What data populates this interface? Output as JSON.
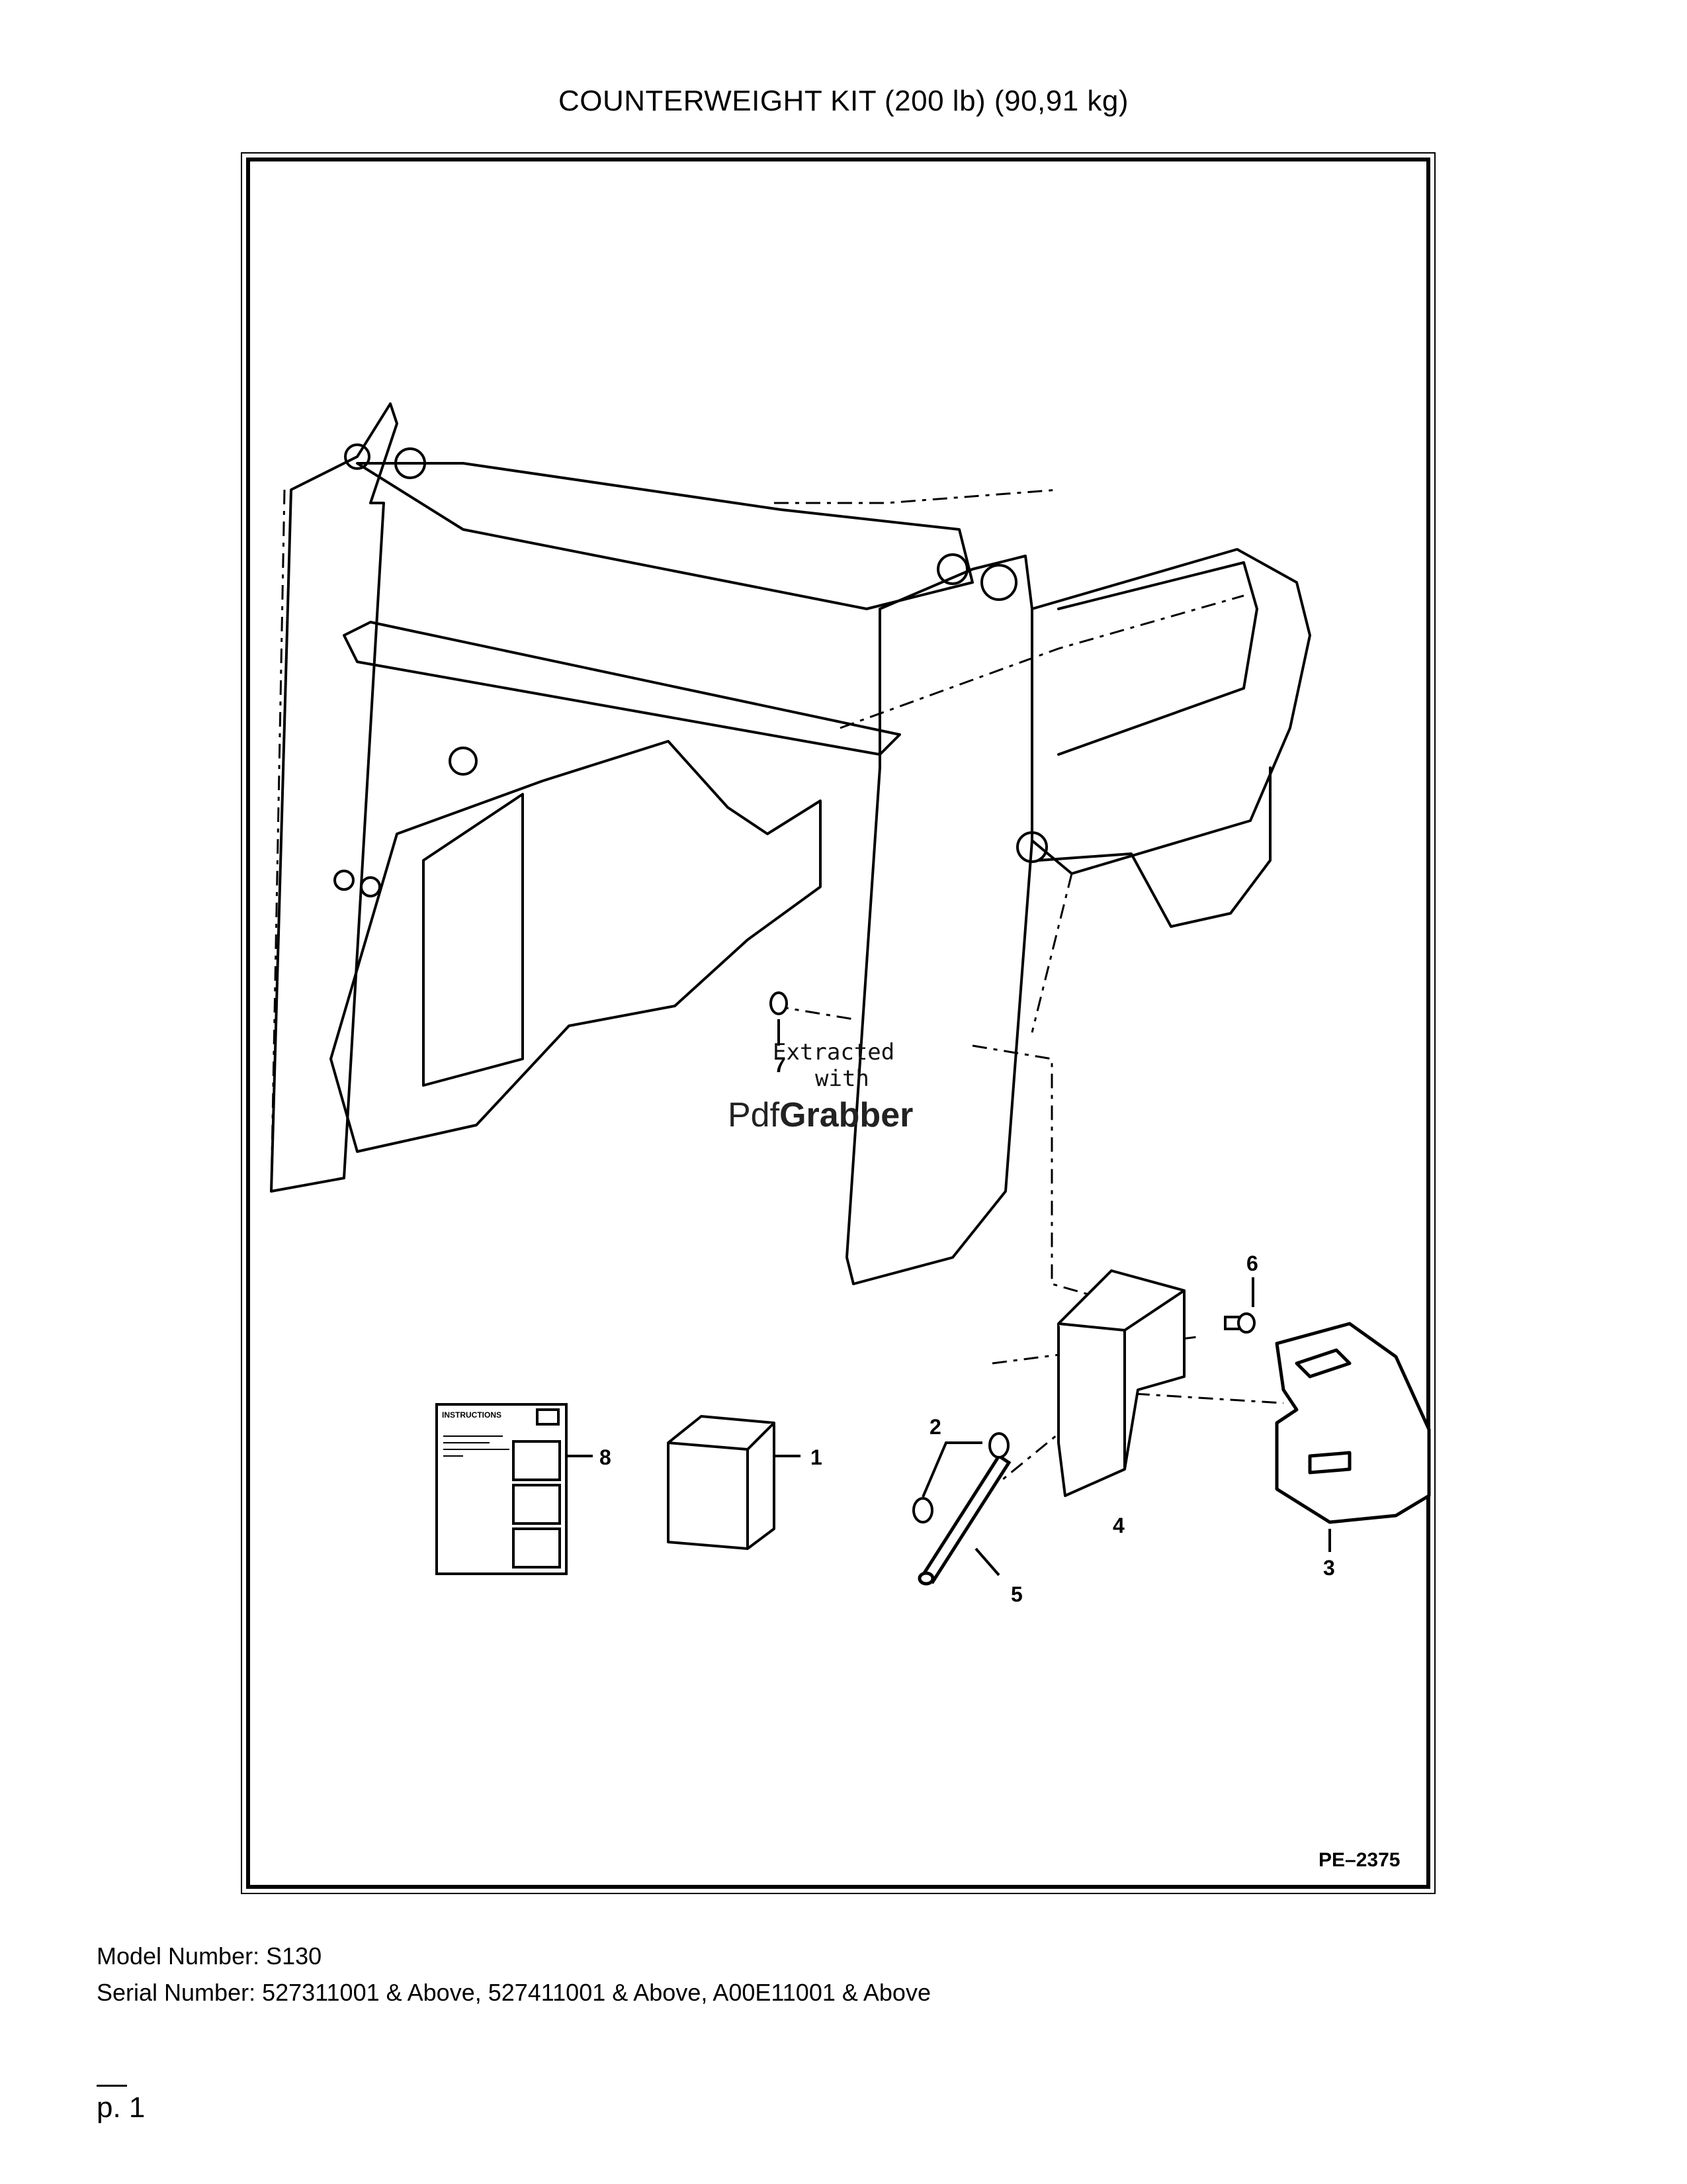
{
  "page_title": "COUNTERWEIGHT KIT (200 lb) (90,91 kg)",
  "drawing_code": "PE–2375",
  "instructions_label": "INSTRUCTIONS",
  "callouts": [
    "1",
    "2",
    "3",
    "4",
    "5",
    "6",
    "7",
    "8"
  ],
  "watermark": {
    "line1": "Extracted",
    "line2": "with",
    "brand_light": "Pdf",
    "brand_bold": "Grabber"
  },
  "model_number": "Model Number: S130",
  "serial_number": "Serial Number: 527311001 & Above, 527411001 & Above, A00E11001 & Above",
  "page_number": "p. 1"
}
